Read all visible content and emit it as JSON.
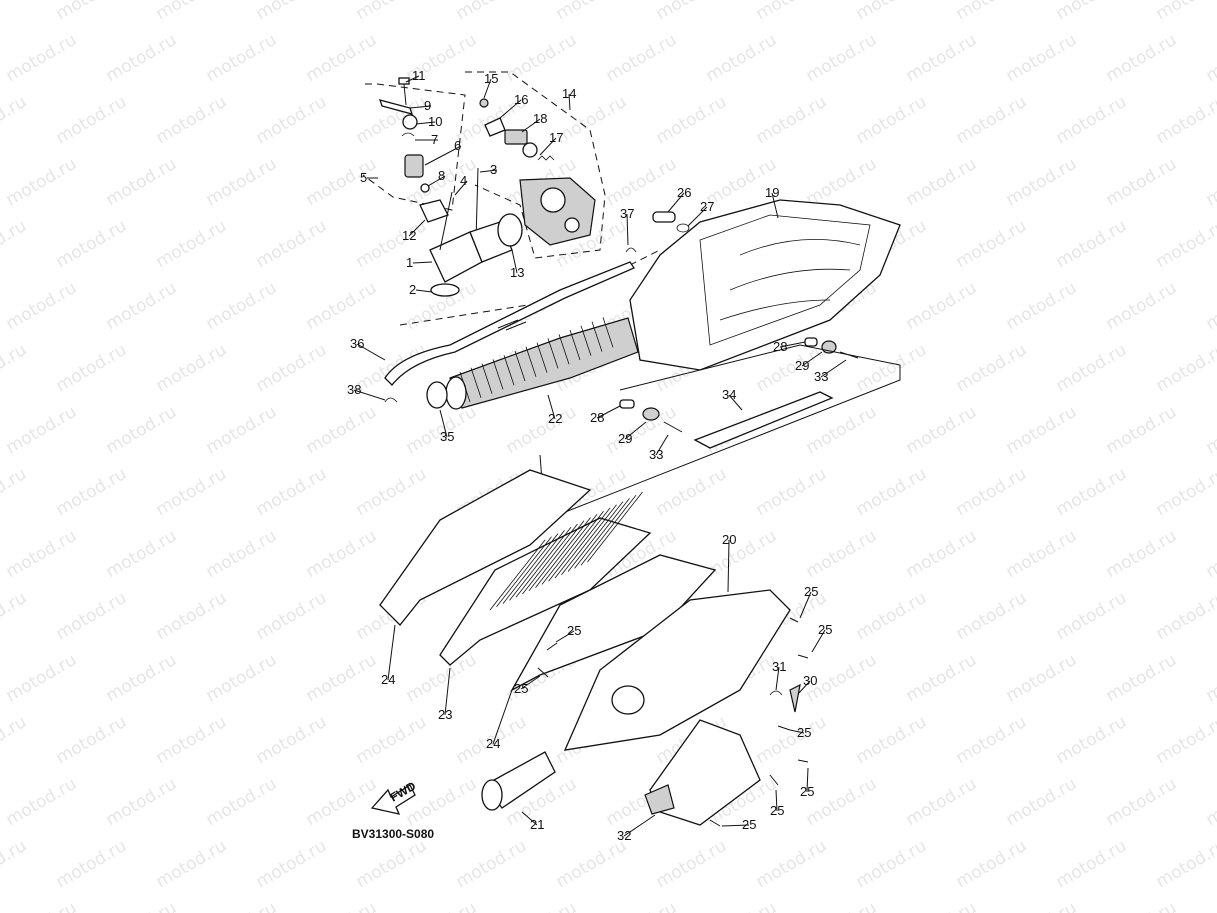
{
  "diagram": {
    "watermark": "motod.ru",
    "code": "BV31300-S080",
    "fwd_label": "FWD",
    "callouts": [
      {
        "id": "c1",
        "label": "1"
      },
      {
        "id": "c2",
        "label": "2"
      },
      {
        "id": "c3",
        "label": "3"
      },
      {
        "id": "c4",
        "label": "4"
      },
      {
        "id": "c5",
        "label": "5"
      },
      {
        "id": "c6",
        "label": "6"
      },
      {
        "id": "c7",
        "label": "7"
      },
      {
        "id": "c8",
        "label": "8"
      },
      {
        "id": "c9",
        "label": "9"
      },
      {
        "id": "c10",
        "label": "10"
      },
      {
        "id": "c11",
        "label": "11"
      },
      {
        "id": "c12",
        "label": "12"
      },
      {
        "id": "c13",
        "label": "13"
      },
      {
        "id": "c14",
        "label": "14"
      },
      {
        "id": "c15",
        "label": "15"
      },
      {
        "id": "c16",
        "label": "16"
      },
      {
        "id": "c17",
        "label": "17"
      },
      {
        "id": "c18",
        "label": "18"
      },
      {
        "id": "c19",
        "label": "19"
      },
      {
        "id": "c20",
        "label": "20"
      },
      {
        "id": "c21",
        "label": "21"
      },
      {
        "id": "c22",
        "label": "22"
      },
      {
        "id": "c23",
        "label": "23"
      },
      {
        "id": "c24a",
        "label": "24"
      },
      {
        "id": "c24b",
        "label": "24"
      },
      {
        "id": "c25a",
        "label": "25"
      },
      {
        "id": "c25b",
        "label": "25"
      },
      {
        "id": "c25c",
        "label": "25"
      },
      {
        "id": "c25d",
        "label": "25"
      },
      {
        "id": "c25e",
        "label": "25"
      },
      {
        "id": "c25f",
        "label": "25"
      },
      {
        "id": "c25g",
        "label": "25"
      },
      {
        "id": "c25h",
        "label": "25"
      },
      {
        "id": "c26",
        "label": "26"
      },
      {
        "id": "c27",
        "label": "27"
      },
      {
        "id": "c28a",
        "label": "28"
      },
      {
        "id": "c28b",
        "label": "28"
      },
      {
        "id": "c29a",
        "label": "29"
      },
      {
        "id": "c29b",
        "label": "29"
      },
      {
        "id": "c30",
        "label": "30"
      },
      {
        "id": "c31",
        "label": "31"
      },
      {
        "id": "c32",
        "label": "32"
      },
      {
        "id": "c33a",
        "label": "33"
      },
      {
        "id": "c33b",
        "label": "33"
      },
      {
        "id": "c34",
        "label": "34"
      },
      {
        "id": "c35",
        "label": "35"
      },
      {
        "id": "c36",
        "label": "36"
      },
      {
        "id": "c37",
        "label": "37"
      },
      {
        "id": "c38",
        "label": "38"
      }
    ]
  }
}
